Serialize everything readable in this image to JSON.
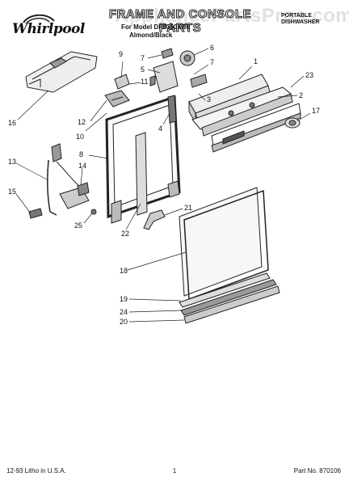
{
  "header": {
    "brand": "Whirlpool",
    "title": "FRAME AND CONSOLE PARTS",
    "model": "For Model DP8350XB0",
    "variant": "Almond/Black",
    "product_line1": "PORTABLE",
    "product_line2": "DISHWASHER",
    "watermark": "AppliancePartsPros.com"
  },
  "callouts": [
    "1",
    "2",
    "3",
    "4",
    "5",
    "6",
    "7",
    "7",
    "8",
    "9",
    "10",
    "11",
    "12",
    "13",
    "14",
    "15",
    "16",
    "17",
    "18",
    "19",
    "20",
    "21",
    "22",
    "23",
    "24",
    "25"
  ],
  "footer": {
    "left": "12-93 Litho in U.S.A.",
    "page": "1",
    "part_no": "Part No. 870106"
  }
}
